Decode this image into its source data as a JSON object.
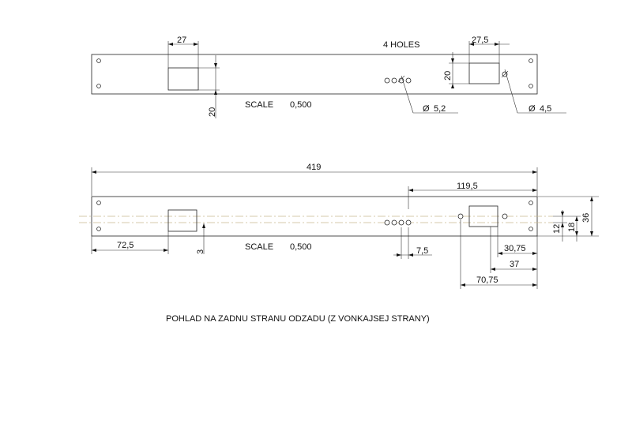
{
  "drawing": {
    "top_view": {
      "dim_width_left": "27",
      "dim_width_right": "27,5",
      "dim_height_left": "20",
      "dim_height_right": "20",
      "holes_note": "4 HOLES",
      "hole_dia_a": "5,2",
      "hole_dia_b": "4,5",
      "scale_label": "SCALE",
      "scale_value": "0,500"
    },
    "bottom_view": {
      "dim_overall": "419",
      "dim_right_offset": "119,5",
      "dim_left_offset": "72,5",
      "dim_small_left": "3",
      "dim_hole_gap": "7,5",
      "dim_a": "30,75",
      "dim_b": "37",
      "dim_c": "70,75",
      "dim_v1": "12",
      "dim_v2": "18",
      "dim_v3": "36",
      "scale_label": "SCALE",
      "scale_value": "0,500"
    },
    "caption": "POHLAD NA ZADNU STRANU ODZADU (Z VONKAJSEJ STRANY)"
  }
}
